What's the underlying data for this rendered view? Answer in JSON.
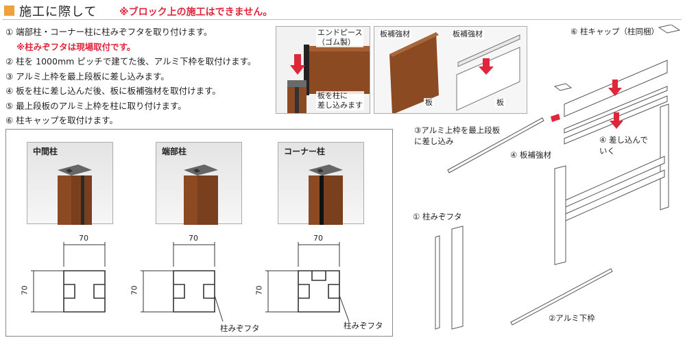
{
  "header": {
    "title": "施工に際して",
    "warning": "※ブロック上の施工はできません。"
  },
  "steps": [
    "① 端部柱・コーナー柱に柱みぞフタを取り付けます。",
    "※柱みぞフタは現場取付です。",
    "② 柱を 1000mm ピッチで建てた後、アルミ下枠を取付けます。",
    "③ アルミ上枠を最上段板に差し込みます。",
    "④ 板を柱に差し込んだ後、板に板補強材を取付けます。",
    "⑤ 最上段板のアルミ上枠を柱に取り付けます。",
    "⑥ 柱キャップを取付けます。"
  ],
  "photo1": {
    "label_top": "エンドピース\n（ゴム製）",
    "label_bottom": "板を柱に\n差し込みます"
  },
  "photo2": {
    "label_left": "板補強材",
    "label_right": "板補強材",
    "label_board_left": "板",
    "label_board_right": "板"
  },
  "posts": [
    {
      "name": "中間柱",
      "dim_w": "70",
      "dim_h": "70",
      "callout": ""
    },
    {
      "name": "端部柱",
      "dim_w": "70",
      "dim_h": "70",
      "callout": "柱みぞフタ"
    },
    {
      "name": "コーナー柱",
      "dim_w": "70",
      "dim_h": "70",
      "callout": "柱みぞフタ"
    }
  ],
  "diagram": {
    "cap_label": "⑥ 柱キャップ（柱同梱）",
    "top_rail_label": "③アルミ上枠を最上段板\nに差し込み",
    "reinforce_label": "④ 板補強材",
    "insert_label": "④ 差し込んで\nいく",
    "groove_label": "① 柱みぞフタ",
    "bottom_rail_label": "②アルミ下枠"
  },
  "colors": {
    "accent": "#f0a23a",
    "warning": "#e0263a",
    "wood": "#8b4a22",
    "arrow": "#e0263a"
  }
}
